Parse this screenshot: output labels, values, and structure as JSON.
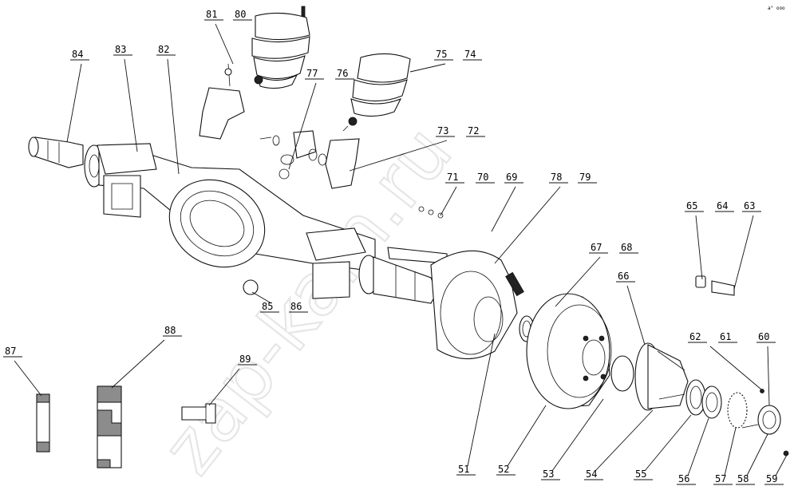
{
  "watermark": "zap-kam.ru",
  "corner_mark": "a° ooo",
  "callouts": [
    "51",
    "52",
    "53",
    "54",
    "55",
    "56",
    "57",
    "58",
    "59",
    "60",
    "61",
    "62",
    "63",
    "64",
    "65",
    "66",
    "67",
    "68",
    "69",
    "70",
    "71",
    "72",
    "73",
    "74",
    "75",
    "76",
    "77",
    "78",
    "79",
    "80",
    "81",
    "82",
    "83",
    "84",
    "85",
    "86",
    "87",
    "88",
    "89"
  ]
}
